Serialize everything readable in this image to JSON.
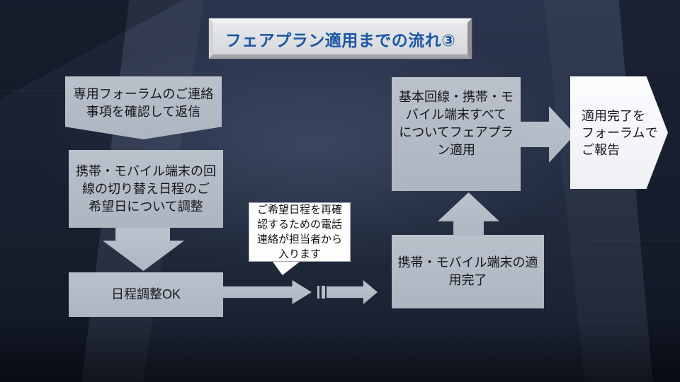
{
  "slide_title": "フェアプラン適用までの流れ③",
  "flowchart": {
    "step1_forum_reply": "専用フォーラムのご連絡\n事項を確認して返信",
    "step2_schedule_adjust": "携帯・モバイル端末の回\n線の切り替え日程のご\n希望日について調整",
    "step3_schedule_ok": "日程調整OK",
    "callout_phone_contact": "ご希望日程を再確\n認するための電話\n連絡が担当者から\n入ります",
    "step4_mobile_complete": "携帯・モバイル端末の適\n用完了",
    "step5_fairplan_apply": "基本回線・携帯・モ\nバイル端末すべて\nについてフェアプラ\nン適用",
    "step6_report_forum": "適用完了を\nフォーラムで\nご報告"
  },
  "colors": {
    "node_fill": "#b4bcc7",
    "arrow_fill": "#b7bfca",
    "callout_fill": "#fdfdfe",
    "title_text_blue": "#1a57a5",
    "background_navy": "#222c40",
    "text_dark": "#15171c"
  }
}
